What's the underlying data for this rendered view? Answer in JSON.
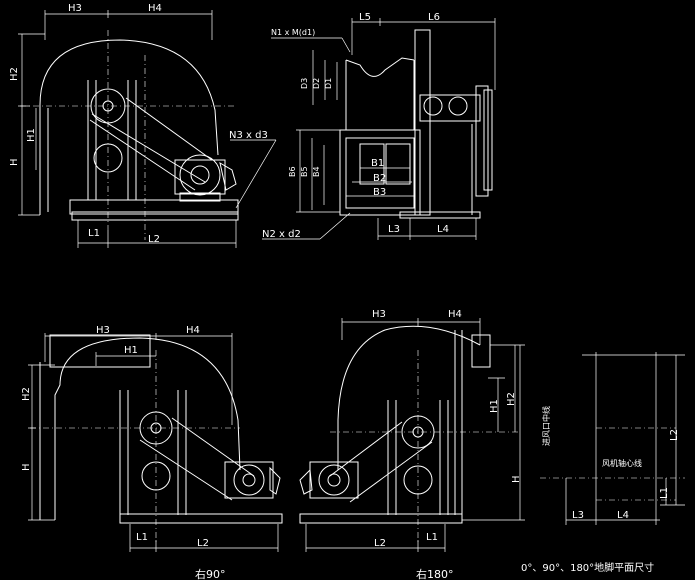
{
  "views": {
    "front": {
      "dims": {
        "H3": "H3",
        "H4": "H4",
        "H2": "H2",
        "H1": "H1",
        "H": "H",
        "L1": "L1",
        "L2": "L2",
        "N3": "N3 x d3",
        "N2": "N2 x d2"
      }
    },
    "side": {
      "dims": {
        "N1": "N1 x M(d1)",
        "L5": "L5",
        "L6": "L6",
        "D3": "D3",
        "D2": "D2",
        "D1": "D1",
        "B6": "B6",
        "B5": "B5",
        "B4": "B4",
        "B1": "B1",
        "B2": "B2",
        "B3": "B3",
        "L3": "L3",
        "L4": "L4"
      }
    },
    "right90": {
      "dims": {
        "H3": "H3",
        "H4": "H4",
        "H1": "H1",
        "H2": "H2",
        "H": "H",
        "L1": "L1",
        "L2": "L2"
      },
      "caption": "右90°"
    },
    "right180": {
      "dims": {
        "H3": "H3",
        "H4": "H4",
        "H1": "H1",
        "H2": "H2",
        "H": "H",
        "L1": "L1",
        "L2": "L2"
      },
      "caption": "右180°"
    },
    "plan": {
      "labels": {
        "inlet_center": "进风口中线",
        "axis_center": "风机轴心线",
        "L1": "L1",
        "L2": "L2",
        "L3": "L3",
        "L4": "L4"
      },
      "caption": "0°、90°、180°地脚平面尺寸"
    }
  }
}
